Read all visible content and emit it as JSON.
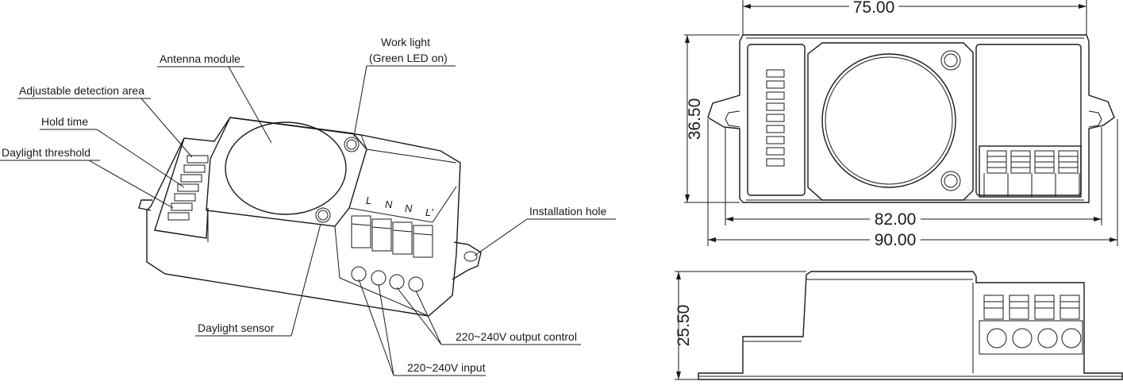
{
  "labels": {
    "antenna_module": "Antenna module",
    "work_light_line1": "Work light",
    "work_light_line2": "(Green LED on)",
    "adjustable_detection_area": "Adjustable detection area",
    "hold_time": "Hold time",
    "daylight_threshold": "Daylight threshold",
    "installation_hole": "Installation hole",
    "daylight_sensor": "Daylight sensor",
    "output_control": "220~240V output control",
    "input": "220~240V input"
  },
  "terminals": [
    "L",
    "N",
    "N",
    "L'"
  ],
  "dimensions": {
    "width_top": "75.00",
    "height_front": "36.50",
    "inner_width": "82.00",
    "overall_width": "90.00",
    "side_height": "25.50"
  }
}
